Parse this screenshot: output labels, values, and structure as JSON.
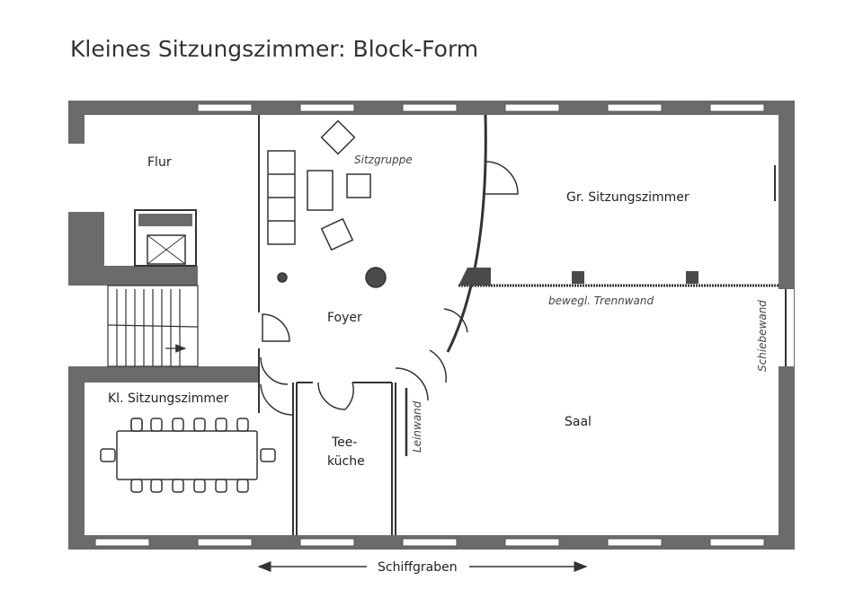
{
  "title": "Kleines Sitzungszimmer: Block-Form",
  "rooms": {
    "flur": "Flur",
    "foyer": "Foyer",
    "gr_sitzungszimmer": "Gr. Sitzungszimmer",
    "kl_sitzungszimmer": "Kl. Sitzungszimmer",
    "teekueche_1": "Tee-",
    "teekueche_2": "küche",
    "saal": "Saal"
  },
  "annotations": {
    "sitzgruppe": "Sitzgruppe",
    "trennwand": "bewegl. Trennwand",
    "schiebewand": "Schiebewand",
    "leinwand": "Leinwand"
  },
  "street": "Schiffgraben",
  "colors": {
    "wall": "#6b6b6b",
    "line": "#333333",
    "column": "#4a4a4a"
  }
}
